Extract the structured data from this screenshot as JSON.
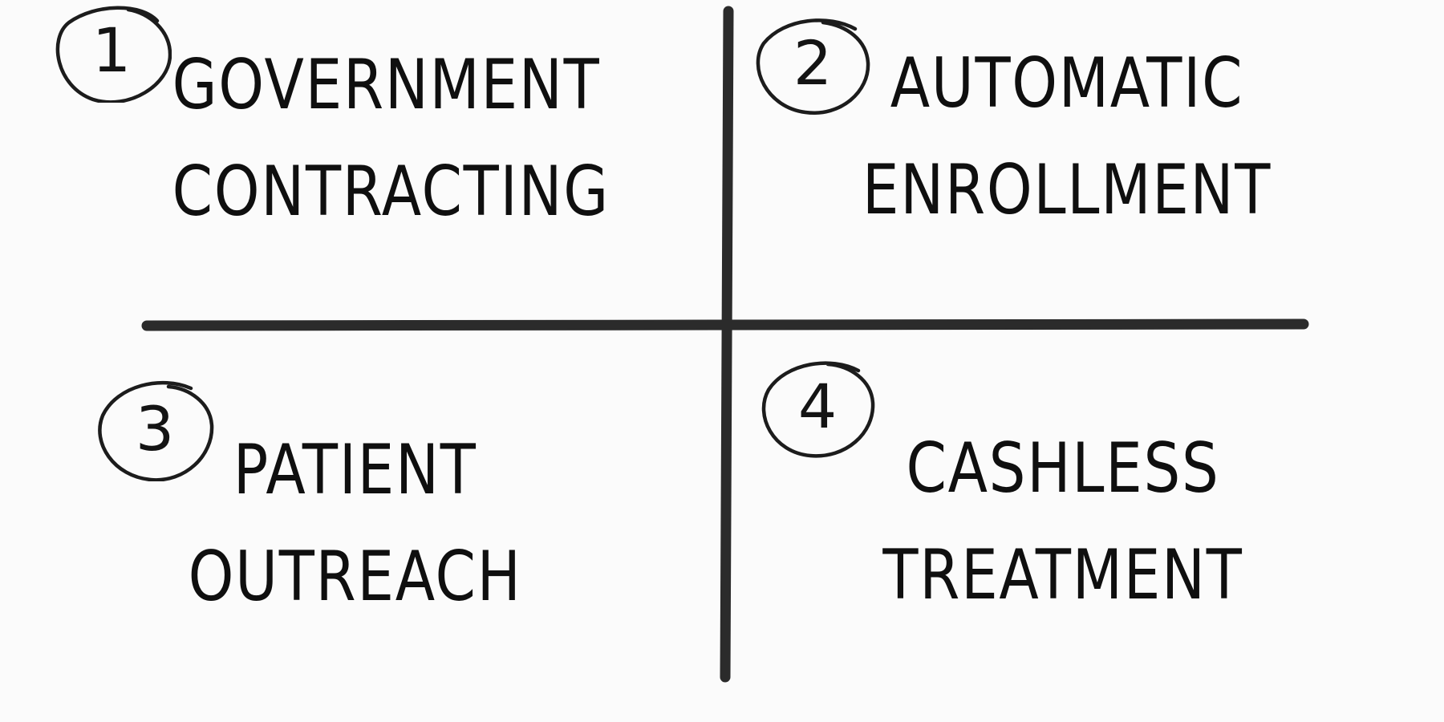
{
  "quadrants": [
    {
      "number": "1",
      "line1": "GOVERNMENT",
      "line2": "CONTRACTING"
    },
    {
      "number": "2",
      "line1": "AUTOMATIC",
      "line2": "ENROLLMENT"
    },
    {
      "number": "3",
      "line1": "PATIENT",
      "line2": "OUTREACH"
    },
    {
      "number": "4",
      "line1": "CASHLESS",
      "line2": "TREATMENT"
    }
  ],
  "colors": {
    "background": "#fbfbfb",
    "ink": "#1c1c1c",
    "divider": "#2b2b2b"
  }
}
